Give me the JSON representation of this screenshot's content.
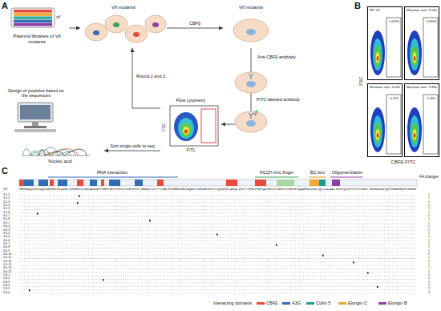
{
  "diagram": {
    "nodes": [
      {
        "text": [
          "Plasmid libraries of Vif mutants",
          "vif"
        ]
      },
      {
        "text": [
          "Vif mutants"
        ]
      },
      {
        "text": [
          "Vif mutants"
        ]
      },
      {
        "text": [
          "Flow cytometry",
          "FSC",
          "FITC"
        ]
      },
      {
        "text": [
          "Design of peptides based on the sequences"
        ]
      },
      {
        "text": [
          "Nucleic acid"
        ]
      },
      {
        "text": [
          "WT Vif",
          "0.076%"
        ]
      },
      {
        "text": [
          "Mutation rate: 3.5‰",
          "0.096%"
        ]
      },
      {
        "text": [
          "Mutation rate: 4.6‰",
          "0.16%"
        ]
      },
      {
        "text": [
          "Mutation rate: 5.8‰",
          "0.26%"
        ]
      }
    ],
    "edges": [
      {
        "from": 0,
        "to": 1,
        "arrow": "to"
      },
      {
        "from": 1,
        "to": 2,
        "arrow": "to",
        "label": "CBFβ"
      },
      {
        "from": 2,
        "to": 3,
        "arrow": "to",
        "label": "Anti-CBFβ antibody"
      },
      {
        "from": 3,
        "to": 5,
        "arrow": "to",
        "label": "Sort single cells to seq"
      },
      {
        "from": 3,
        "to": 1,
        "arrow": "to",
        "label": "Round 2 and 3"
      }
    ],
    "labels": [
      "A",
      "FITC-labeled antibody",
      "B",
      "FSC",
      "CBFβ-FITC",
      "C",
      "RNA interaction",
      "HCCH zinc finger",
      "BC-box",
      "Oligomerization",
      "AA changes",
      "Vif",
      "MENRWQVMIVWQVDRMRINTWKRLVKHHMYISRKAKDWFYRHHYESTNPKISSEVHIPLGDAKLVITTYWGLHTGERDWHLGQGVSIEWRKKRYSTQVDPDLADQLIHLYYFDCFSESAIRNTILGRIVSPRCEYQAGHNKVGSLQYLALAALIKPKQIKPPLPSVRKLTEDRWNKPQKTKGHRGSHTMNGH",
      "3.5-1",
      "3.5-2",
      "3.5-3",
      "3.5-4",
      "3.5-5",
      "3.5-6",
      "3.5-7",
      "3.5-8",
      "4.6-1",
      "4.6-2",
      "4.6-3",
      "4.6-4",
      "4.6-5",
      "4.6-6",
      "4.6-7",
      "4.6-8",
      "4.6-9",
      "4.6-10",
      "4.6-11",
      "4.6-12",
      "4.6-13",
      "4.6-14",
      "4.6-15",
      "5.8-1",
      "5.8-2",
      "5.8-3",
      "5.8-4",
      "5.8-5",
      "5.8-6",
      "1",
      "1",
      "1",
      "1",
      "1",
      "1",
      "1",
      "1",
      "1",
      "2",
      "1",
      "1",
      "1",
      "1",
      "1",
      "1",
      "1",
      "2",
      "1",
      "1",
      "1",
      "1",
      "1",
      "2",
      "1",
      "2",
      "1",
      "2",
      "3",
      "Interacting domains"
    ],
    "legend": [
      {
        "text": "CBFβ",
        "color": "#e84b3c"
      },
      {
        "text": "A3G",
        "color": "#2f6db5"
      },
      {
        "text": "Cullin 5",
        "color": "#1a9e8f"
      },
      {
        "text": "Elongin C",
        "color": "#f0a830"
      },
      {
        "text": "Elongin B",
        "color": "#8e3fa5"
      }
    ]
  }
}
